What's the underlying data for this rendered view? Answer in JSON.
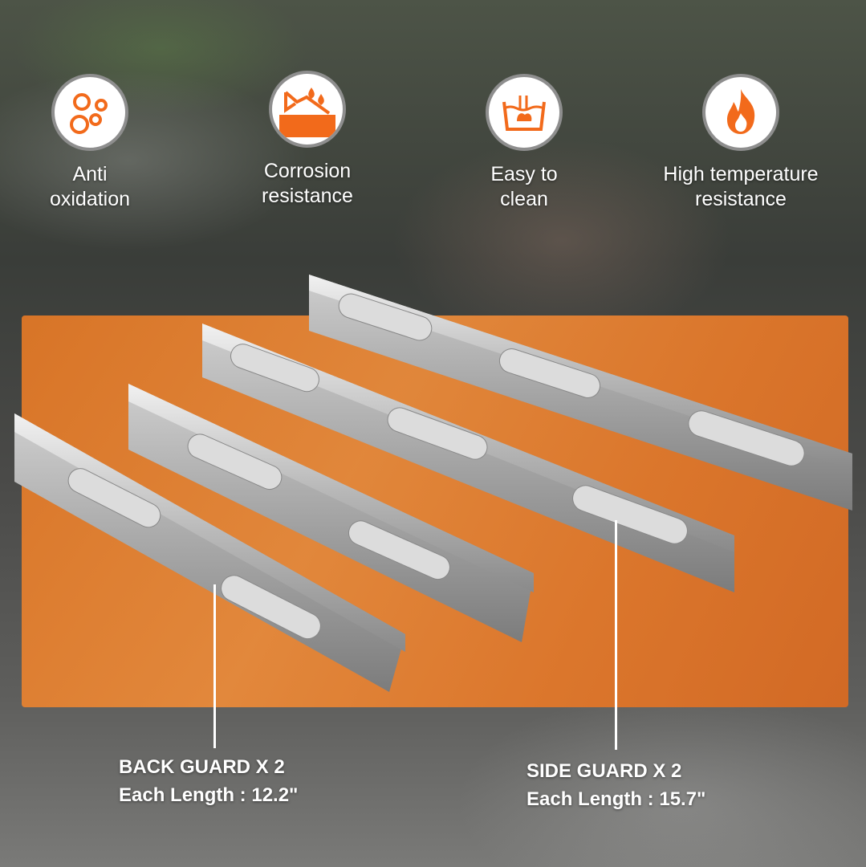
{
  "features": [
    {
      "icon": "bubbles-icon",
      "line1": "Anti",
      "line2": "oxidation"
    },
    {
      "icon": "water-drops-icon",
      "line1": "Corrosion",
      "line2": "resistance"
    },
    {
      "icon": "washing-icon",
      "line1": "Easy to",
      "line2": "clean"
    },
    {
      "icon": "flame-icon",
      "line1": "High temperature",
      "line2": "resistance"
    }
  ],
  "callouts": {
    "back": {
      "title": "BACK GUARD X 2",
      "length": "Each Length : 12.2\""
    },
    "side": {
      "title": "SIDE GUARD X 2",
      "length": "Each Length : 15.7\""
    }
  },
  "colors": {
    "accent": "#e8832f",
    "icon_orange": "#f26a1b"
  }
}
